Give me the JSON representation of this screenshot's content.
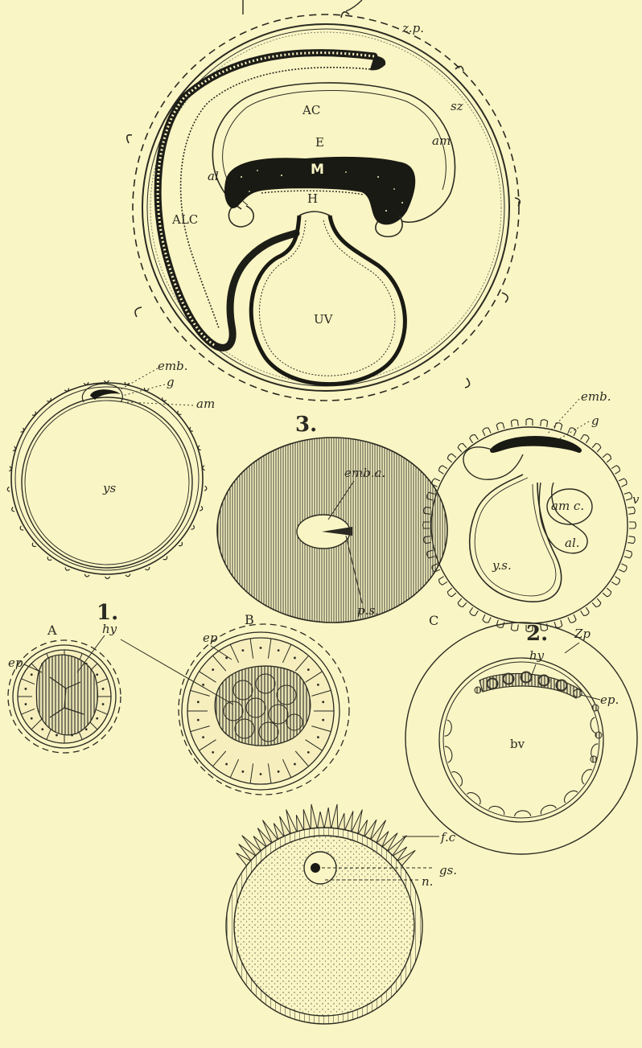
{
  "fig3": {
    "labels": {
      "zp": "z.p.",
      "sz": "sz",
      "ac": "AC",
      "e": "E",
      "m": "M",
      "am": "am",
      "al": "al",
      "alc": "ALC",
      "h": "H",
      "uv": "UV"
    },
    "number": "3."
  },
  "fig1": {
    "labels": {
      "emb": "emb.",
      "g": "g",
      "am": "am",
      "ys": "ys"
    },
    "number": "1."
  },
  "fig2": {
    "labels": {
      "emb": "emb.",
      "g": "g",
      "amc": "am c.",
      "al": "al.",
      "ys": "y.s.",
      "v": "v"
    },
    "number": "2."
  },
  "center": {
    "labels": {
      "emba": "emb.a.",
      "ps": "p.s."
    }
  },
  "figA": {
    "letter": "A",
    "labels": {
      "ep": "ep",
      "hy": "hy"
    }
  },
  "figB": {
    "letter": "B",
    "labels": {
      "ep": "ep"
    }
  },
  "figC": {
    "letter": "C",
    "labels": {
      "zp": "Zp",
      "hy": "hy",
      "ep": "ep.",
      "bv": "bv"
    }
  },
  "ovum": {
    "labels": {
      "fc": "f.c",
      "gs": "gs.",
      "n": "n."
    }
  },
  "colors": {
    "background": "#faf5c4",
    "ink": "#2a2a22"
  }
}
